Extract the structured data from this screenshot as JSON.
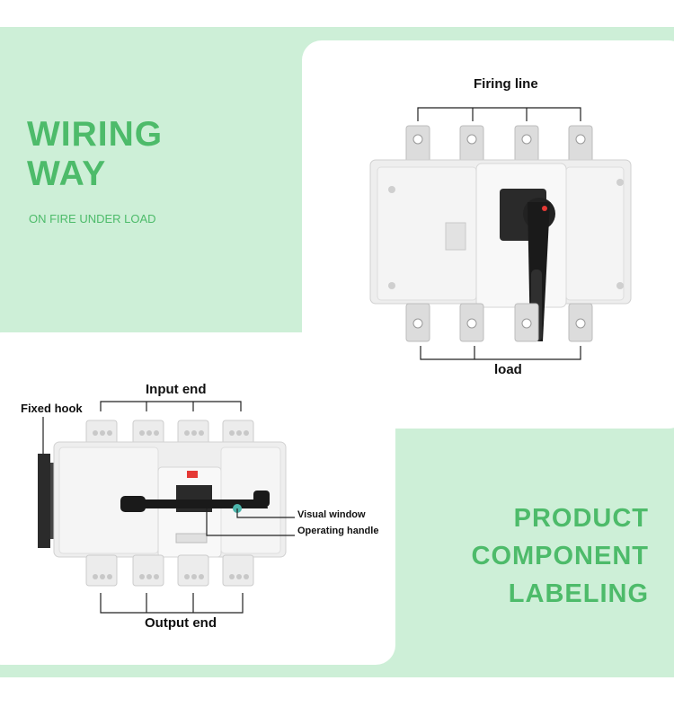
{
  "left_title": {
    "line1": "WIRING",
    "line2": "WAY"
  },
  "left_subtitle": "ON FIRE UNDER LOAD",
  "right_title": {
    "line1": "PRODUCT",
    "line2": "COMPONENT",
    "line3": "LABELING"
  },
  "top_diagram": {
    "firing_line": "Firing line",
    "load": "load"
  },
  "bottom_diagram": {
    "fixed_hook": "Fixed hook",
    "input_end": "Input end",
    "visual_window": "Visual window",
    "operating_handle": "Operating handle",
    "output_end": "Output end"
  },
  "colors": {
    "accent_green": "#4dbb6a",
    "band_green": "#cdefd7",
    "handle_black": "#1a1a1a",
    "body_white": "#f3f3f3"
  }
}
